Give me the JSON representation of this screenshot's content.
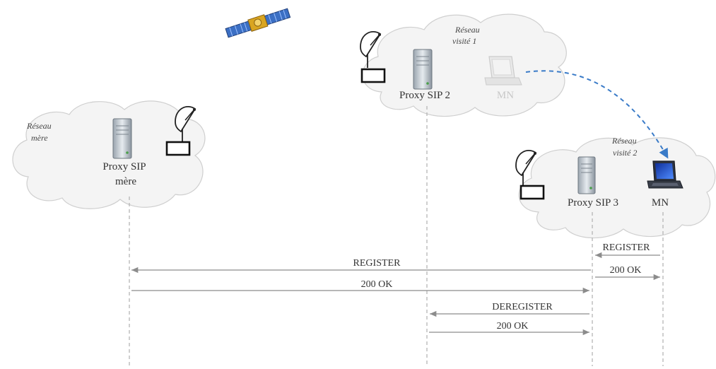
{
  "networks": {
    "home": {
      "label_line1": "Réseau",
      "label_line2": "mère"
    },
    "visited1": {
      "label_line1": "Réseau",
      "label_line2": "visité 1"
    },
    "visited2": {
      "label_line1": "Réseau",
      "label_line2": "visité 2"
    }
  },
  "nodes": {
    "proxy_home": {
      "label_line1": "Proxy SIP",
      "label_line2": "mère"
    },
    "proxy2": {
      "label": "Proxy SIP 2"
    },
    "mn_old": {
      "label": "MN"
    },
    "proxy3": {
      "label": "Proxy SIP 3"
    },
    "mn_new": {
      "label": "MN"
    }
  },
  "messages": [
    {
      "label": "REGISTER"
    },
    {
      "label": "200 OK"
    },
    {
      "label": "REGISTER"
    },
    {
      "label": "200 OK"
    },
    {
      "label": "DEREGISTER"
    },
    {
      "label": "200 OK"
    }
  ],
  "icons": [
    "satellite-icon",
    "antenna-icon",
    "server-icon",
    "laptop-icon"
  ],
  "colors": {
    "handover_arrow": "#3a7bc8",
    "lines": "#8c8c8c"
  }
}
